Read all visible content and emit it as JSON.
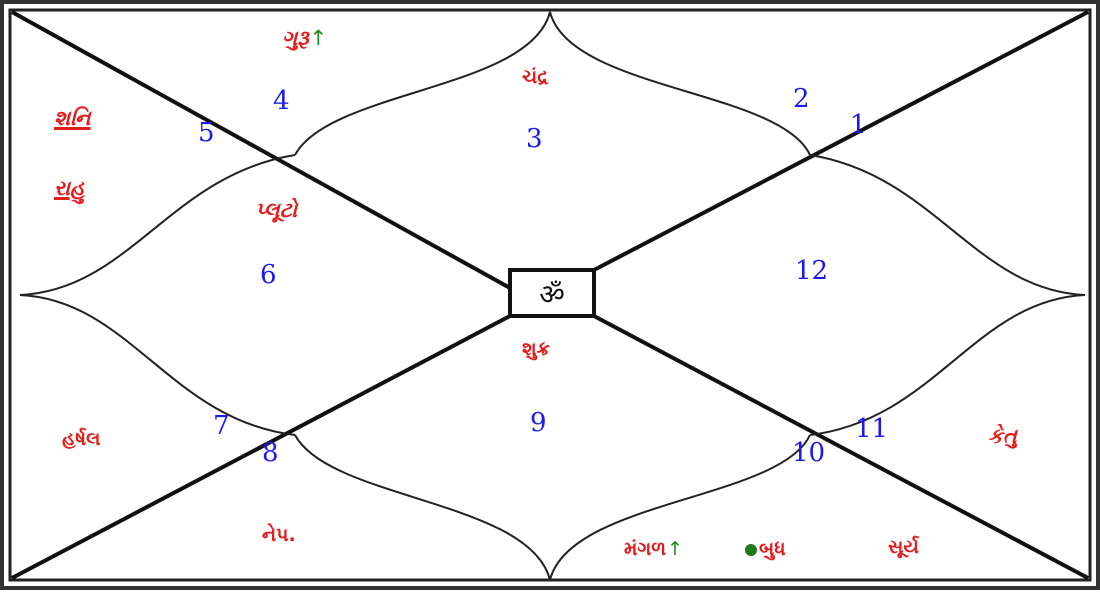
{
  "center_symbol": "ॐ",
  "houses": [
    {
      "id": "h1",
      "label": "1"
    },
    {
      "id": "h2",
      "label": "2"
    },
    {
      "id": "h3",
      "label": "3"
    },
    {
      "id": "h4",
      "label": "4"
    },
    {
      "id": "h5",
      "label": "5"
    },
    {
      "id": "h6",
      "label": "6"
    },
    {
      "id": "h7",
      "label": "7"
    },
    {
      "id": "h8",
      "label": "8"
    },
    {
      "id": "h9",
      "label": "9"
    },
    {
      "id": "h10",
      "label": "10"
    },
    {
      "id": "h11",
      "label": "11"
    },
    {
      "id": "h12",
      "label": "12"
    }
  ],
  "planets": {
    "guru": "ગુરૂ",
    "chandra": "ચંદ્ર",
    "shani": "શનિ",
    "rahu": "રાહુ",
    "pluto": "પ્લૂટો",
    "shukra": "શુક્ર",
    "harshal": "હર્ષલ",
    "ketu": "કેતુ",
    "nep": "નેપ.",
    "mangal": "મંગળ",
    "budh": "બુધ",
    "surya": "સૂર્ય"
  },
  "retro_marker": "↑",
  "colors": {
    "planet_text": "#e31c1c",
    "house_number": "#1a1af0",
    "retro_arrow": "#1d8a1d",
    "combust_dot": "#1a7a1a",
    "border": "#222222"
  }
}
